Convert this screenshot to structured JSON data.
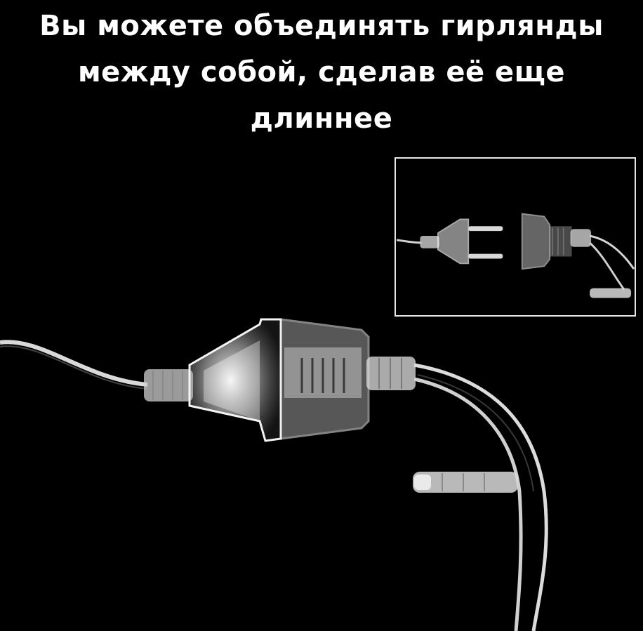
{
  "headline": {
    "line1": "Вы можете объединять гирлянды",
    "line2": "между собой, сделав её еще",
    "line3": "длиннее"
  },
  "colors": {
    "background": "#000000",
    "text": "#ffffff",
    "plastic": "#e8e8e8",
    "inset_border": "#e6e6e6"
  },
  "images": {
    "main": "connected-plug-and-socket-photo",
    "inset": "separated-plug-and-socket-photo"
  }
}
